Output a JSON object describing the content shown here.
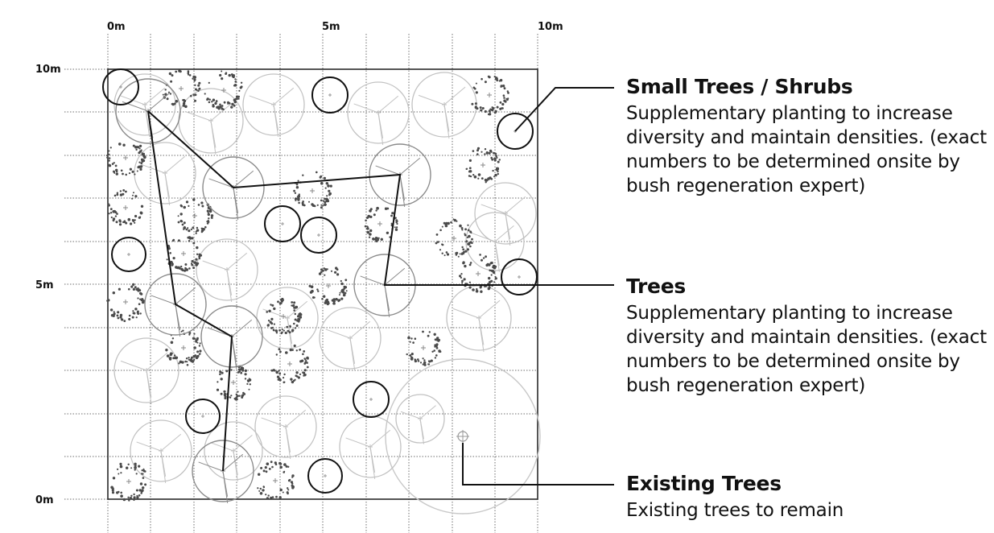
{
  "axes": {
    "x_labels": [
      "0m",
      "5m",
      "10m"
    ],
    "y_labels": [
      "10m",
      "5m",
      "0m"
    ]
  },
  "legend": {
    "small_trees": {
      "title": "Small Trees / Shrubs",
      "description": "Supplementary planting to increase diversity and maintain densities. (exact numbers to be determined onsite by bush regeneration expert)"
    },
    "trees": {
      "title": "Trees",
      "description": "Supplementary planting to increase diversity and maintain densities. (exact numbers to be determined onsite by bush regeneration expert)"
    },
    "existing_trees": {
      "title": "Existing Trees",
      "description": "Existing trees to remain"
    }
  },
  "colors": {
    "outline": "#222222",
    "grid": "#777777",
    "tree_canopy": "#9a9a9a",
    "light_canopy": "#c4c4c4",
    "shrub_stipple": "#444444"
  },
  "icons": [
    "small-tree-marker-icon",
    "tree-canopy-icon",
    "shrub-stipple-icon",
    "existing-tree-icon"
  ]
}
